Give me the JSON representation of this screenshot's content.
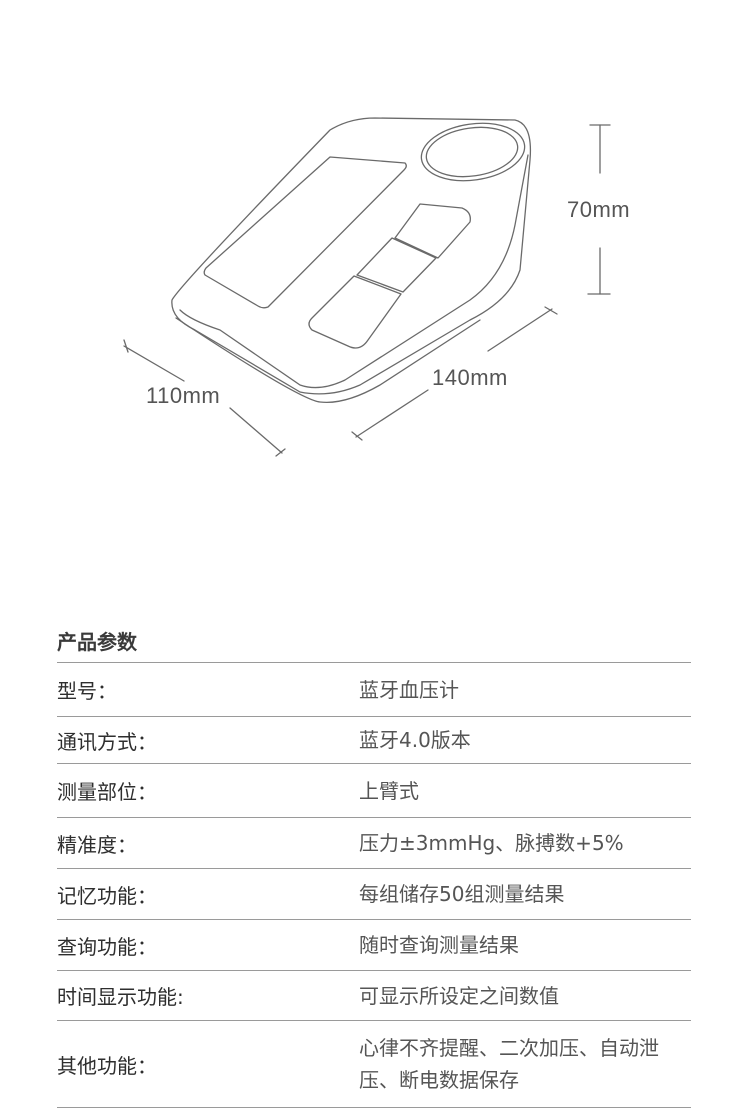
{
  "dimensions": {
    "height": "70mm",
    "length": "140mm",
    "width": "110mm"
  },
  "specs": {
    "title": "产品参数",
    "rows": [
      {
        "label": "型号：",
        "value": "蓝牙血压计"
      },
      {
        "label": "通讯方式：",
        "value": "蓝牙4.0版本"
      },
      {
        "label": "测量部位：",
        "value": "上臂式"
      },
      {
        "label": "精准度：",
        "value": "压力±3mmHg、脉搏数+5%"
      },
      {
        "label": "记忆功能：",
        "value": "每组储存50组测量结果"
      },
      {
        "label": "查询功能：",
        "value": "随时查询测量结果"
      },
      {
        "label": "时间显示功能:",
        "value": "可显示所设定之间数值"
      },
      {
        "label": "其他功能：",
        "value": "心律不齐提醒、二次加压、自动泄压、断电数据保存"
      }
    ]
  }
}
